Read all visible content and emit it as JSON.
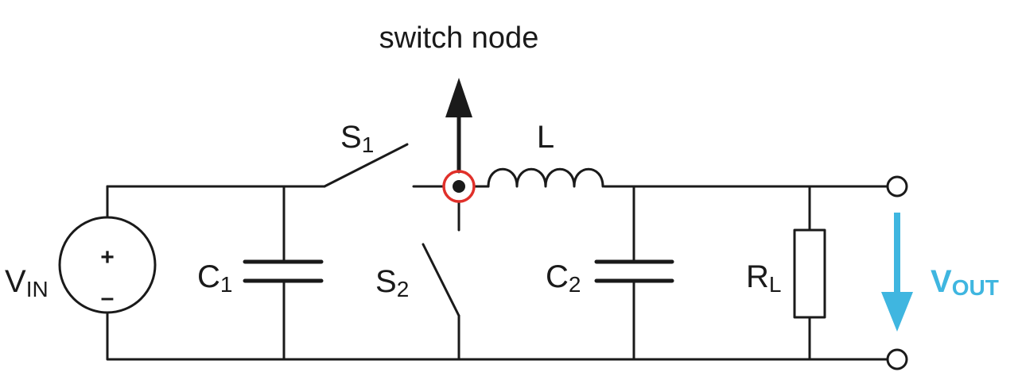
{
  "diagram": {
    "switch_node_label": "switch node",
    "vin": {
      "main": "V",
      "sub": "IN",
      "plus": "+",
      "minus": "–"
    },
    "c1": {
      "main": "C",
      "sub": "1"
    },
    "s1": {
      "main": "S",
      "sub": "1"
    },
    "s2": {
      "main": "S",
      "sub": "2"
    },
    "inductor": {
      "main": "L"
    },
    "c2": {
      "main": "C",
      "sub": "2"
    },
    "rl": {
      "main": "R",
      "sub": "L"
    },
    "vout": {
      "main": "V",
      "sub": "OUT"
    }
  },
  "colors": {
    "wire": "#1a1a1a",
    "switch_node_ring": "#e0302a",
    "vout_arrow": "#3fb6e0"
  }
}
